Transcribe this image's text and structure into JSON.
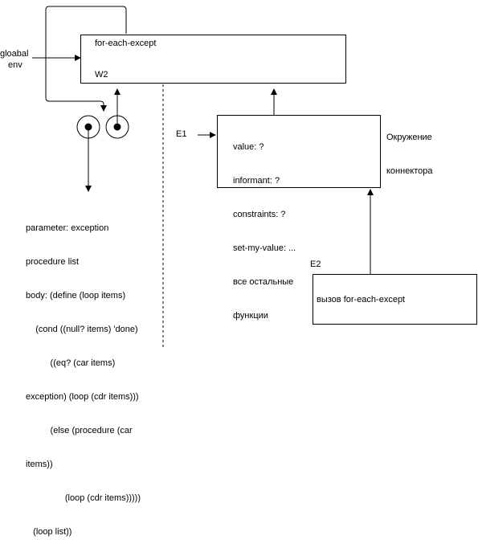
{
  "global_env_label": [
    "gloabal",
    "env"
  ],
  "frame_w2": {
    "name": "for-each-except",
    "frame_label": "W2"
  },
  "left_side": {
    "procedure_object_text": [
      "parameter: exception",
      "procedure list",
      "body: (define (loop items)",
      "    (cond ((null? items) 'done)",
      "          ((eq? (car items)",
      "exception) (loop (cdr items)))",
      "          (else (procedure (car",
      "items))",
      "                (loop (cdr items)))))",
      "   (loop list))"
    ]
  },
  "right_side": {
    "e1_label": "E1",
    "connector_env_label": [
      "Окружение",
      "коннектора"
    ],
    "connector_box_lines": [
      "value: ?",
      "informant: ?",
      "constraints: ?",
      "set-my-value: ...",
      "все остальные",
      "функции"
    ],
    "e2_label": "E2",
    "call_box_text": "вызов for-each-except"
  }
}
